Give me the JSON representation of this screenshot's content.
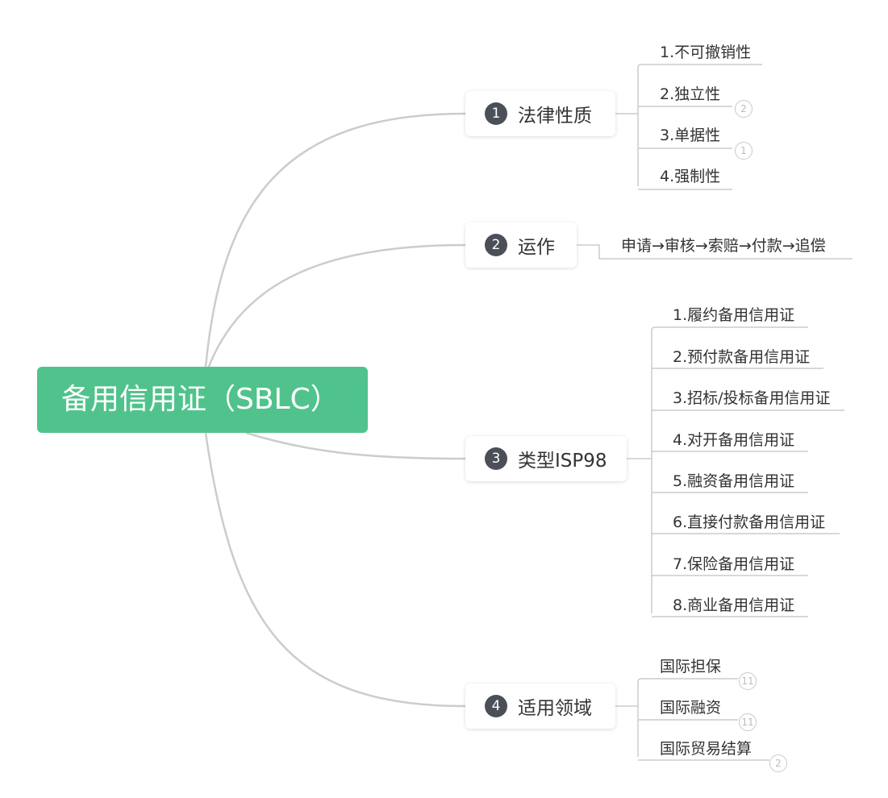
{
  "central": {
    "label": "备用信用证（SBLC）"
  },
  "colors": {
    "central_fill": "#50c38c",
    "badge_fill": "#4b4f58",
    "connector": "#cccccc"
  },
  "branches": [
    {
      "number": "1",
      "label": "法律性质",
      "children": [
        {
          "label": "1.不可撤销性"
        },
        {
          "label": "2.独立性",
          "count": "2"
        },
        {
          "label": "3.单据性",
          "count": "1"
        },
        {
          "label": "4.强制性"
        }
      ]
    },
    {
      "number": "2",
      "label": "运作",
      "children": [
        {
          "label": "申请→审核→索赔→付款→追偿"
        }
      ]
    },
    {
      "number": "3",
      "label": "类型ISP98",
      "children": [
        {
          "label": "1.履约备用信用证"
        },
        {
          "label": "2.预付款备用信用证"
        },
        {
          "label": "3.招标/投标备用信用证"
        },
        {
          "label": "4.对开备用信用证"
        },
        {
          "label": "5.融资备用信用证"
        },
        {
          "label": "6.直接付款备用信用证"
        },
        {
          "label": "7.保险备用信用证"
        },
        {
          "label": "8.商业备用信用证"
        }
      ]
    },
    {
      "number": "4",
      "label": "适用领域",
      "children": [
        {
          "label": "国际担保",
          "count": "11"
        },
        {
          "label": "国际融资",
          "count": "11"
        },
        {
          "label": "国际贸易结算",
          "count": "2"
        }
      ]
    }
  ]
}
